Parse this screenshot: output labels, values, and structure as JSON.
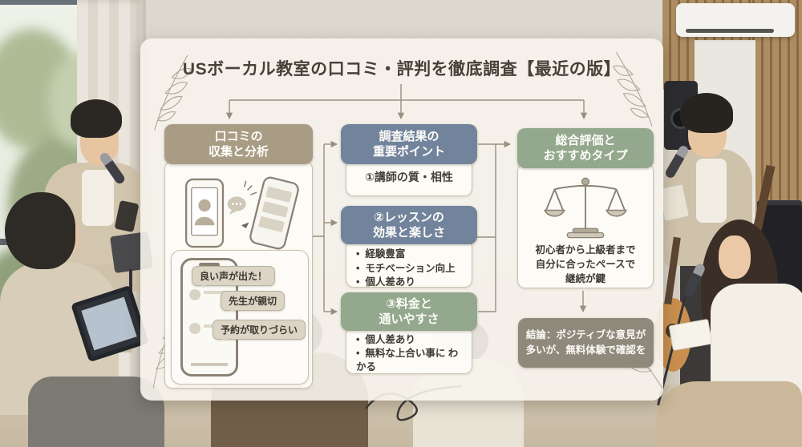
{
  "title": "USボーカル教室の口コミ・評判を徹底調査【最近の版】",
  "accent_colors": {
    "tan_header": "#a89c84",
    "blue_header": "#72849c",
    "green_header": "#93a88d",
    "conclusion_bg": "#8f897c",
    "connector": "#8d8575"
  },
  "flow": {
    "collection": {
      "title": "口コミの\n収集と分析",
      "icon": "smartphones-chat",
      "review_bubbles": [
        "良い声が出た！",
        "先生が親切",
        "予約が取りづらい"
      ]
    },
    "key_points": {
      "title": "調査結果の\n重要ポイント",
      "point1": "①講師の質・相性",
      "point2": {
        "title": "②レッスンの\n効果と楽しさ",
        "items": [
          "経験豊富",
          "モチベーション向上",
          "個人差あり"
        ]
      },
      "point3": {
        "title": "③料金と\n通いやすさ",
        "items": [
          "個人差あり",
          "無料な上合い事に わかる"
        ]
      }
    },
    "evaluation": {
      "title": "総合評価と\nおすすめタイプ",
      "icon": "balance-scale",
      "summary": "初心者から上級者まで\n自分に合ったペースで\n継続が鍵",
      "conclusion": "結論：ポジティブな意見が\n多いが、無料体験で確認を"
    }
  }
}
